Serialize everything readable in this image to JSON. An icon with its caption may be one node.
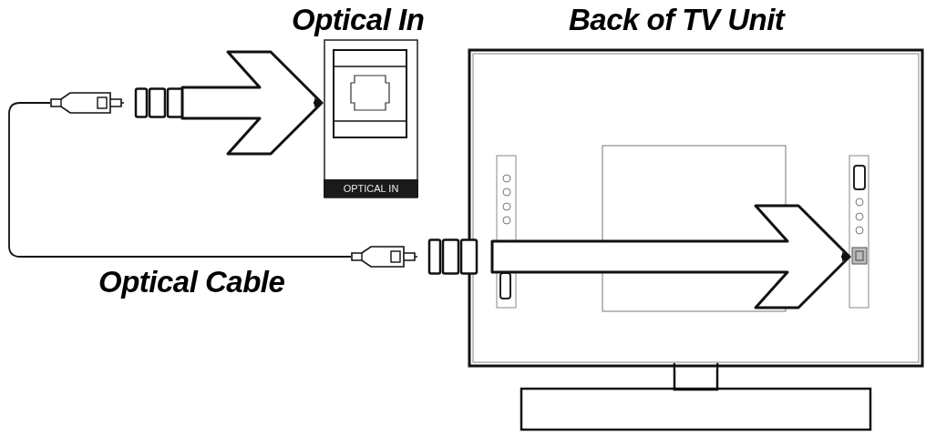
{
  "diagram": {
    "nodes": [
      {
        "text": [
          "Optical In",
          "OPTICAL IN"
        ]
      },
      {
        "text": [
          "Back of TV Unit"
        ]
      },
      {
        "text": [],
        "shape": "plug"
      },
      {
        "text": [],
        "shape": "plug"
      },
      {
        "text": [],
        "shape": "box",
        "in": 1
      }
    ],
    "edges": [
      {
        "from": 2,
        "to": 0,
        "arrow": "to"
      },
      {
        "from": 3,
        "to": 4,
        "arrow": "to"
      },
      {
        "from": 2,
        "to": 3,
        "arrow": "none",
        "label": "Optical Cable"
      }
    ]
  }
}
